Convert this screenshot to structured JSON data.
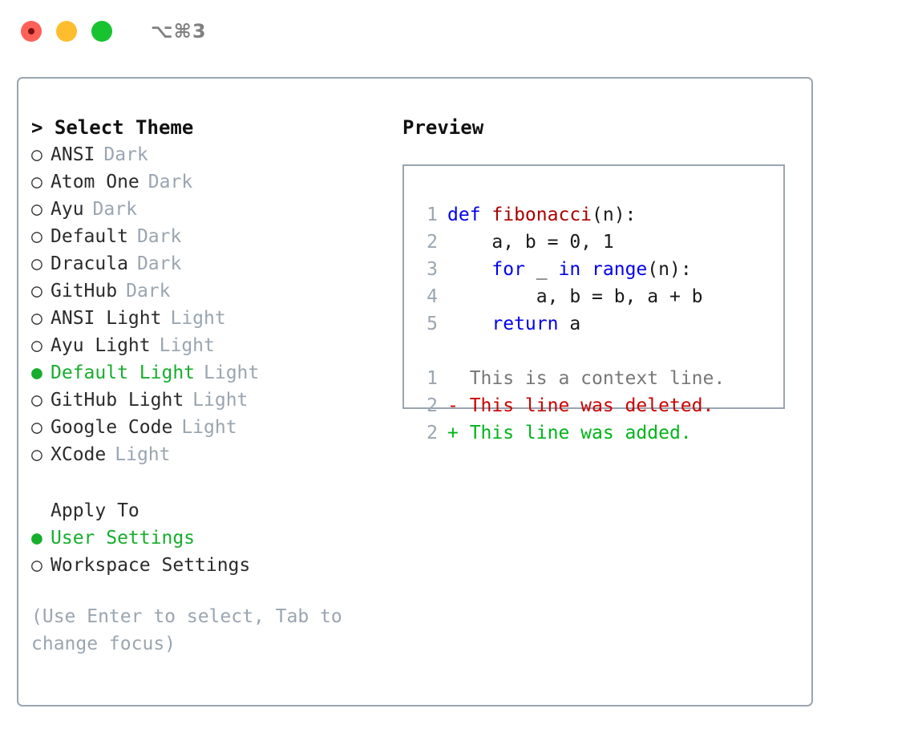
{
  "window": {
    "title": "⌥⌘3",
    "traffic_lights": [
      "close-dot",
      "minimize-dot",
      "maximize-dot"
    ],
    "colors": {
      "close": "#ff6058",
      "minimize": "#ffbd2e",
      "maximize": "#18c330",
      "border": "#9aa5b1",
      "accent_green": "#16ae2c",
      "muted": "#9aa5b1"
    }
  },
  "theme_list": {
    "header": "> Select Theme",
    "items": [
      {
        "bullet": "○",
        "name": "ANSI",
        "variant": "Dark",
        "selected": false
      },
      {
        "bullet": "○",
        "name": "Atom One",
        "variant": "Dark",
        "selected": false
      },
      {
        "bullet": "○",
        "name": "Ayu",
        "variant": "Dark",
        "selected": false
      },
      {
        "bullet": "○",
        "name": "Default",
        "variant": "Dark",
        "selected": false
      },
      {
        "bullet": "○",
        "name": "Dracula",
        "variant": "Dark",
        "selected": false
      },
      {
        "bullet": "○",
        "name": "GitHub",
        "variant": "Dark",
        "selected": false
      },
      {
        "bullet": "○",
        "name": "ANSI Light",
        "variant": "Light",
        "selected": false
      },
      {
        "bullet": "○",
        "name": "Ayu Light",
        "variant": "Light",
        "selected": false
      },
      {
        "bullet": "●",
        "name": "Default Light",
        "variant": "Light",
        "selected": true
      },
      {
        "bullet": "○",
        "name": "GitHub Light",
        "variant": "Light",
        "selected": false
      },
      {
        "bullet": "○",
        "name": "Google Code",
        "variant": "Light",
        "selected": false
      },
      {
        "bullet": "○",
        "name": "XCode",
        "variant": "Light",
        "selected": false
      }
    ]
  },
  "apply_to": {
    "header": "Apply To",
    "items": [
      {
        "bullet": "●",
        "name": "User Settings",
        "selected": true
      },
      {
        "bullet": "○",
        "name": "Workspace Settings",
        "selected": false
      }
    ]
  },
  "hint": "(Use Enter to select, Tab to change focus)",
  "preview": {
    "header": "Preview",
    "code_lines": [
      {
        "no": "1",
        "tokens": [
          {
            "t": "def ",
            "k": "kw"
          },
          {
            "t": "fibonacci",
            "k": "fn"
          },
          {
            "t": "(n):",
            "k": "plain"
          }
        ]
      },
      {
        "no": "2",
        "tokens": [
          {
            "t": "    a, b = 0, 1",
            "k": "plain"
          }
        ]
      },
      {
        "no": "3",
        "tokens": [
          {
            "t": "    ",
            "k": "plain"
          },
          {
            "t": "for",
            "k": "kw"
          },
          {
            "t": " _ ",
            "k": "plain"
          },
          {
            "t": "in",
            "k": "kw"
          },
          {
            "t": " ",
            "k": "plain"
          },
          {
            "t": "range",
            "k": "kw"
          },
          {
            "t": "(n):",
            "k": "plain"
          }
        ]
      },
      {
        "no": "4",
        "tokens": [
          {
            "t": "        a, b = b, a + b",
            "k": "plain"
          }
        ]
      },
      {
        "no": "5",
        "tokens": [
          {
            "t": "    ",
            "k": "plain"
          },
          {
            "t": "return",
            "k": "kw"
          },
          {
            "t": " a",
            "k": "plain"
          }
        ]
      }
    ],
    "diff_lines": [
      {
        "no": "1",
        "marker": " ",
        "text": "  This is a context line.",
        "kind": "ctx"
      },
      {
        "no": "2",
        "marker": "-",
        "text": "- This line was deleted.",
        "kind": "del"
      },
      {
        "no": "2",
        "marker": "+",
        "text": "+ This line was added.",
        "kind": "add"
      }
    ]
  }
}
